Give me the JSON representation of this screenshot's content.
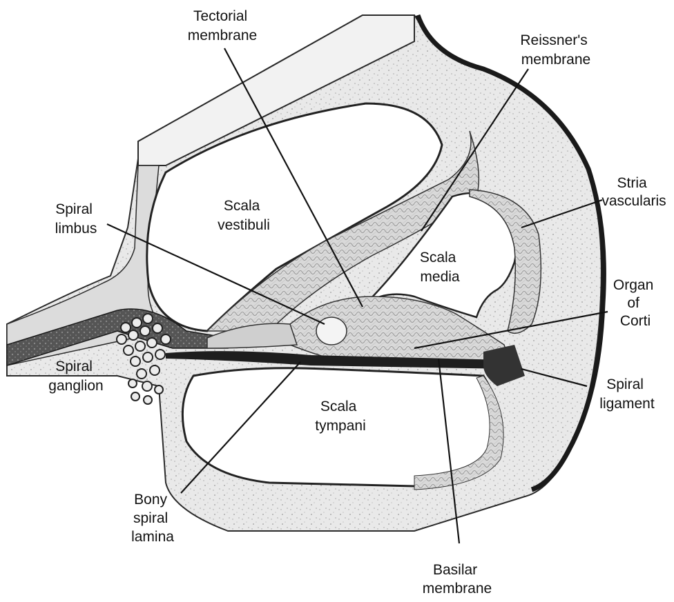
{
  "labels": {
    "tectorial_membrane": [
      "Tectorial",
      "membrane"
    ],
    "reissners_membrane": [
      "Reissner's",
      "membrane"
    ],
    "stria_vascularis": [
      "Stria",
      "vascularis"
    ],
    "spiral_limbus": [
      "Spiral",
      "limbus"
    ],
    "scala_vestibuli": [
      "Scala",
      "vestibuli"
    ],
    "scala_media": [
      "Scala",
      "media"
    ],
    "organ_of_corti": [
      "Organ",
      "of",
      "Corti"
    ],
    "spiral_ganglion": [
      "Spiral",
      "ganglion"
    ],
    "scala_tympani": [
      "Scala",
      "tympani"
    ],
    "spiral_ligament": [
      "Spiral",
      "ligament"
    ],
    "bony_spiral_lamina": [
      "Bony",
      "spiral",
      "lamina"
    ],
    "basilar_membrane": [
      "Basilar",
      "membrane"
    ]
  }
}
